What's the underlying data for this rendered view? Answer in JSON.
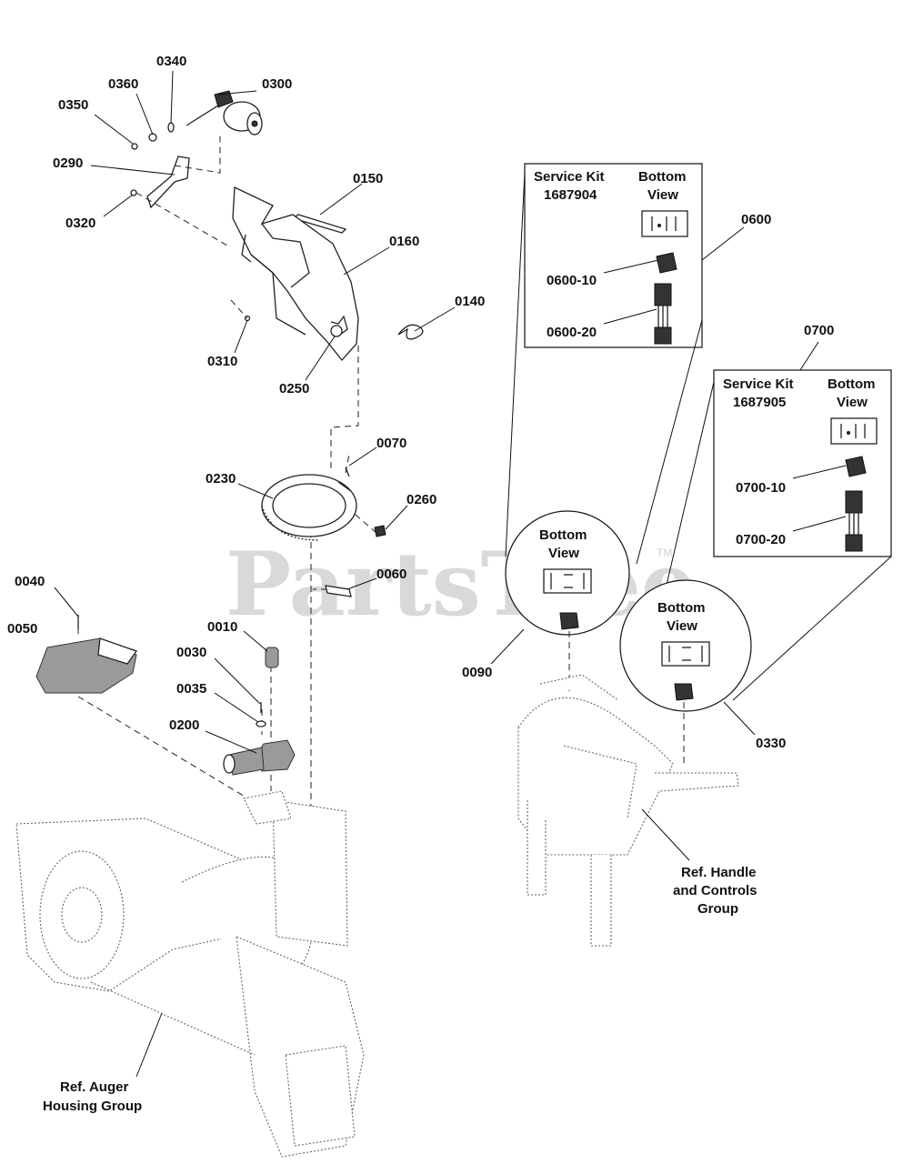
{
  "watermark": {
    "text": "PartsTree",
    "tm": "TM"
  },
  "parts": {
    "p0010": "0010",
    "p0030": "0030",
    "p0035": "0035",
    "p0040": "0040",
    "p0050": "0050",
    "p0060": "0060",
    "p0070": "0070",
    "p0090": "0090",
    "p0140": "0140",
    "p0150": "0150",
    "p0160": "0160",
    "p0200": "0200",
    "p0230": "0230",
    "p0250": "0250",
    "p0260": "0260",
    "p0290": "0290",
    "p0300": "0300",
    "p0310": "0310",
    "p0320": "0320",
    "p0330": "0330",
    "p0340": "0340",
    "p0350": "0350",
    "p0360": "0360",
    "p0600": "0600",
    "p0700": "0700"
  },
  "kit_0600": {
    "service_kit_line1": "Service Kit",
    "service_kit_line2": "1687904",
    "bottom_view_line1": "Bottom",
    "bottom_view_line2": "View",
    "item_switch": "0600-10",
    "item_harness": "0600-20"
  },
  "kit_0700": {
    "service_kit_line1": "Service Kit",
    "service_kit_line2": "1687905",
    "bottom_view_line1": "Bottom",
    "bottom_view_line2": "View",
    "item_switch": "0700-10",
    "item_harness": "0700-20"
  },
  "callout_0090": {
    "line1": "Bottom",
    "line2": "View"
  },
  "callout_0330": {
    "line1": "Bottom",
    "line2": "View"
  },
  "references": {
    "handle_line1": "Ref. Handle",
    "handle_line2": "and Controls",
    "handle_line3": "Group",
    "auger_line1": "Ref. Auger",
    "auger_line2": "Housing Group"
  }
}
